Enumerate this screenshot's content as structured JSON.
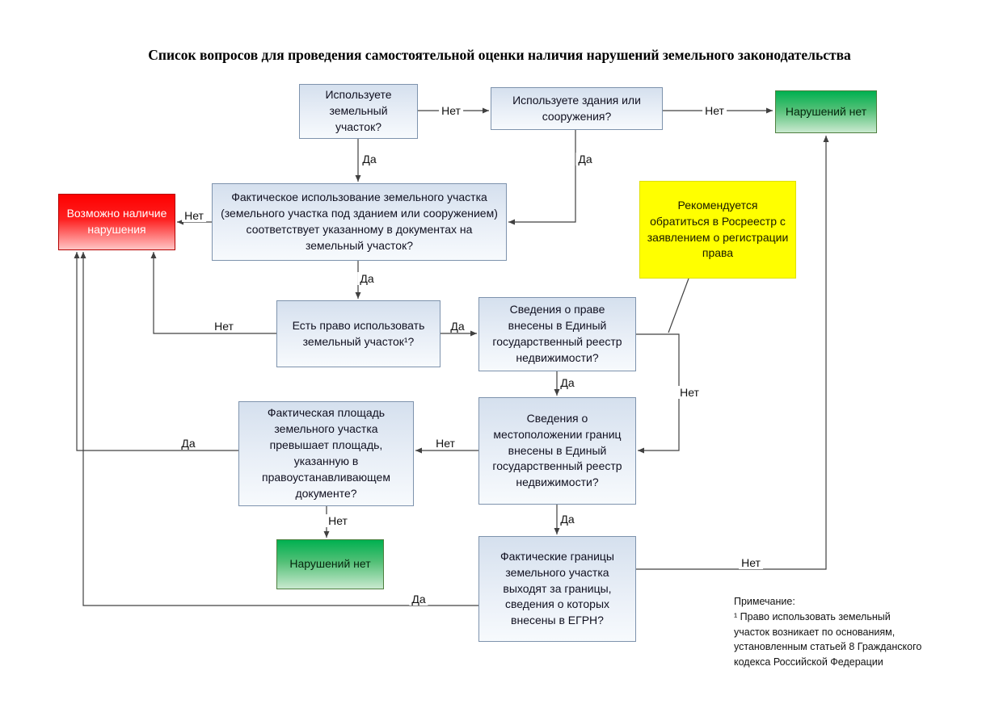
{
  "title": "Список вопросов для проведения самостоятельной оценки наличия нарушений земельного законодательства",
  "boxes": {
    "use_land": {
      "text": "Используете земельный участок?"
    },
    "use_buildings": {
      "text": "Используете здания или сооружения?"
    },
    "no_violations_top": {
      "text": "Нарушений нет"
    },
    "possible_violation": {
      "text": "Возможно наличие нарушения"
    },
    "actual_use_matches": {
      "text": "Фактическое использование земельного участка (земельного участка под зданием или сооружением) соответствует указанному в документах на земельный участок?"
    },
    "rosreestr_recommendation": {
      "text": "Рекомендуется обратиться в Росреестр с заявлением о регистрации права"
    },
    "right_to_use": {
      "text": "Есть право использовать земельный участок¹?"
    },
    "right_in_egrn": {
      "text": "Сведения о праве внесены в Единый государственный реестр недвижимости?"
    },
    "area_exceeds": {
      "text": "Фактическая площадь земельного участка превышает площадь, указанную в правоустанавливающем документе?"
    },
    "boundaries_in_egrn": {
      "text": "Сведения о местоположении границ внесены в Единый государственный реестр недвижимости?"
    },
    "no_violations_bottom": {
      "text": "Нарушений нет"
    },
    "boundaries_exceed": {
      "text": "Фактические границы земельного участка выходят за границы, сведения о которых внесены в ЕГРН?"
    }
  },
  "edge_labels": {
    "use_land_no": "Нет",
    "use_buildings_no": "Нет",
    "use_land_yes": "Да",
    "use_buildings_yes": "Да",
    "actual_use_no": "Нет",
    "actual_use_yes": "Да",
    "right_to_use_no": "Нет",
    "right_to_use_yes": "Да",
    "right_in_egrn_yes": "Да",
    "right_in_egrn_no": "Нет",
    "boundaries_in_egrn_no": "Нет",
    "boundaries_in_egrn_yes": "Да",
    "area_exceeds_yes": "Да",
    "area_exceeds_no": "Нет",
    "boundaries_exceed_no": "Нет",
    "boundaries_exceed_yes": "Да"
  },
  "note": {
    "heading": "Примечание:",
    "body": "¹ Право использовать земельный\nучасток возникает по основаниям,\nустановленным статьей 8 Гражданского\nкодекса Российской Федерации"
  },
  "colors": {
    "question_box_fill": "#d5e0ee",
    "question_box_border": "#7e93ad",
    "ok_green": "#00b050",
    "violation_red": "#ff0000",
    "recommendation_yellow": "#ffff00",
    "line": "#404040"
  }
}
